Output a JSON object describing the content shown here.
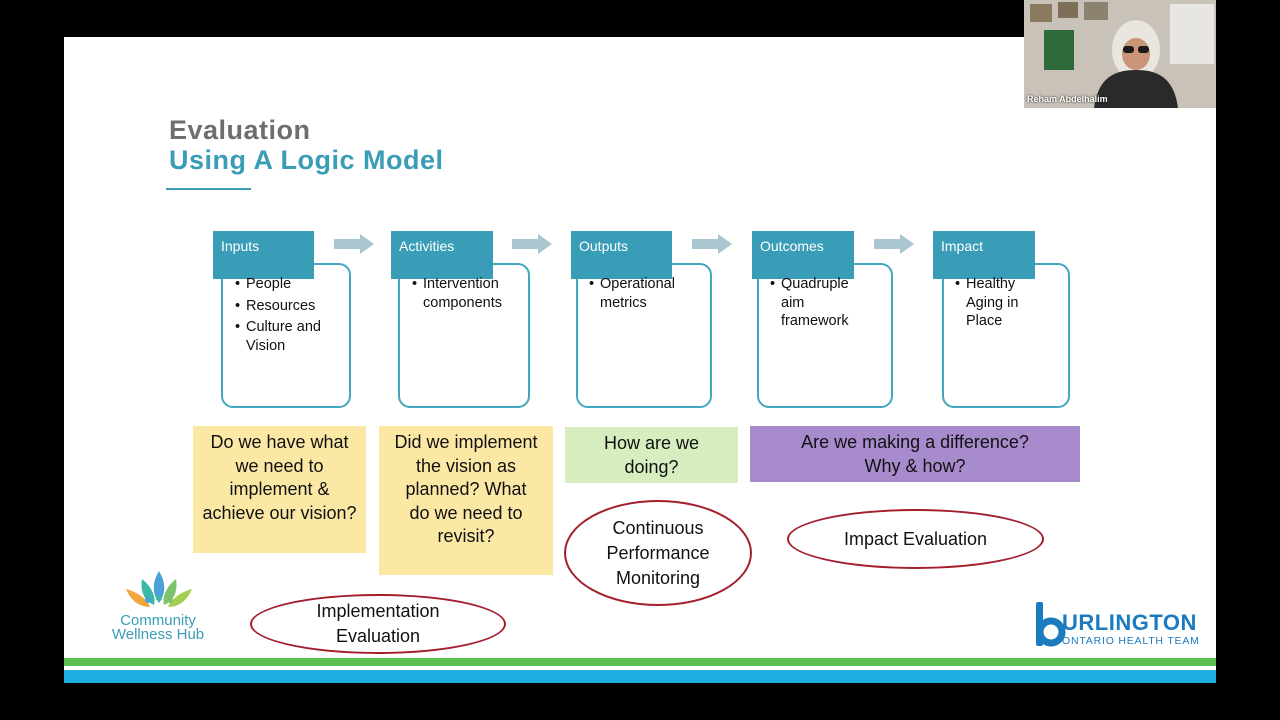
{
  "slide": {
    "title_line1": "Evaluation",
    "title_line2": "Using A Logic Model"
  },
  "stages": [
    {
      "name": "Inputs",
      "bullets": [
        "People",
        "Resources",
        "Culture and Vision"
      ]
    },
    {
      "name": "Activities",
      "bullets": [
        "Intervention components"
      ]
    },
    {
      "name": "Outputs",
      "bullets": [
        "Operational metrics"
      ]
    },
    {
      "name": "Outcomes",
      "bullets": [
        "Quadruple aim framework"
      ]
    },
    {
      "name": "Impact",
      "bullets": [
        "Healthy Aging in Place"
      ]
    }
  ],
  "questions": {
    "inputs": "Do we have what we need to implement & achieve our vision?",
    "activities": "Did we implement the vision as planned? What do we need to revisit?",
    "outputs": "How are we doing?",
    "outcomes_impact_line1": "Are we making a difference?",
    "outcomes_impact_line2": "Why & how?"
  },
  "evaluations": {
    "implementation": "Implementation Evaluation",
    "continuous": "Continuous Performance Monitoring",
    "impact": "Impact Evaluation"
  },
  "logos": {
    "cwh_line1": "Community",
    "cwh_line2": "Wellness Hub",
    "burlington_name": "URLINGTON",
    "burlington_sub": "ONTARIO HEALTH TEAM"
  },
  "video": {
    "participant_name": "Reham Abdelhalim"
  },
  "colors": {
    "accent_teal": "#3a9db7",
    "title_gray": "#6d6e71",
    "question_yellow": "#fbe8a5",
    "question_green": "#d6eebf",
    "question_purple": "#a78bcd",
    "ellipse_border": "#a31f2e"
  }
}
